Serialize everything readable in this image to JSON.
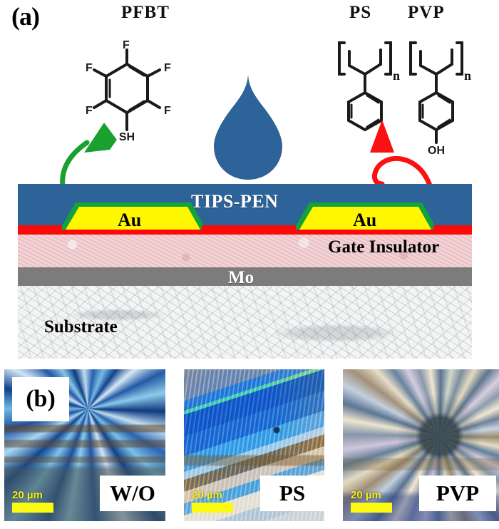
{
  "figure": {
    "panel_a_label": "(a)",
    "panel_b_label": "(b)"
  },
  "molecules": {
    "pfbt": {
      "title": "PFBT",
      "substituents": [
        "F",
        "F",
        "F",
        "F",
        "F"
      ],
      "thiol_label": "SH"
    },
    "ps": {
      "title": "PS",
      "repeat_label": "n"
    },
    "pvp": {
      "title": "PVP",
      "repeat_label": "n",
      "hydroxyl_label": "OH"
    }
  },
  "droplet": {
    "name": "ink-droplet",
    "color": "#2e6399"
  },
  "arrows": {
    "pfbt_arrow_color": "#1aa02e",
    "polymer_arrow_color": "#fb1111"
  },
  "device": {
    "layers": [
      {
        "key": "semiconductor",
        "label": "TIPS-PEN",
        "color": "#2e6399"
      },
      {
        "key": "sam_coating",
        "label": "",
        "color": "#12a33b"
      },
      {
        "key": "electrode_left",
        "label": "Au",
        "color": "#fff700"
      },
      {
        "key": "electrode_right",
        "label": "Au",
        "color": "#fff700"
      },
      {
        "key": "additive_layer",
        "label": "",
        "color": "#fb0a0a"
      },
      {
        "key": "gate_insulator",
        "label": "Gate Insulator",
        "color": "#f0cdcf"
      },
      {
        "key": "gate_metal",
        "label": "Mo",
        "color": "#7c7c7c"
      },
      {
        "key": "substrate",
        "label": "Substrate",
        "color": "#f3f4f4"
      }
    ],
    "tipspen_label": "TIPS-PEN",
    "au_left_label": "Au",
    "au_right_label": "Au",
    "gate_label": "Gate Insulator",
    "mo_label": "Mo",
    "substrate_label": "Substrate"
  },
  "micrographs": [
    {
      "key": "wo",
      "caption": "W/O",
      "scale_bar": "20 µm"
    },
    {
      "key": "ps",
      "caption": "PS",
      "scale_bar": "20 µm"
    },
    {
      "key": "pvp",
      "caption": "PVP",
      "scale_bar": "20 µm"
    }
  ]
}
